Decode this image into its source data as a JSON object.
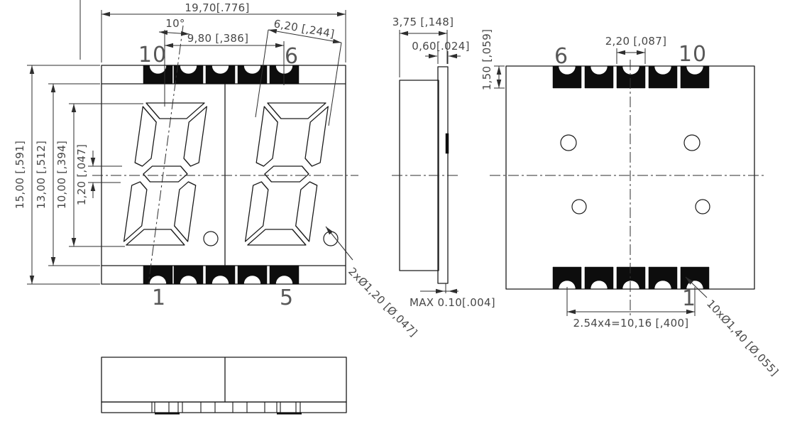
{
  "front": {
    "dims": {
      "overall_width": "19,70[.776]",
      "tilt_angle": "10°",
      "digit_pitch": "9,80 [,386]",
      "digit_width": "6,20 [,244]",
      "overall_height": "15,00 [,591]",
      "window_height": "13,00 [,512]",
      "digit_height": "10,00 [,394]",
      "segment_width": "1,20 [,047]",
      "decimal_point": "2xØ1,20 [Ø,047]"
    },
    "pins": {
      "top_left": "10",
      "top_right": "6",
      "bottom_left": "1",
      "bottom_right": "5"
    }
  },
  "side": {
    "dims": {
      "depth": "3,75 [,148]",
      "substrate_thickness": "0,60[.024]",
      "standoff_max": "MAX  0.10[.004]"
    }
  },
  "back": {
    "dims": {
      "pad_width": "2,20 [,087]",
      "pad_height": "1,50 [,059]",
      "pin_pitch": "2.54x4=10,16 [,400]",
      "castellation": "10xØ1,40 [Ø,055]"
    },
    "pins": {
      "top_left": "6",
      "top_right": "10",
      "bottom_right": "1"
    }
  }
}
